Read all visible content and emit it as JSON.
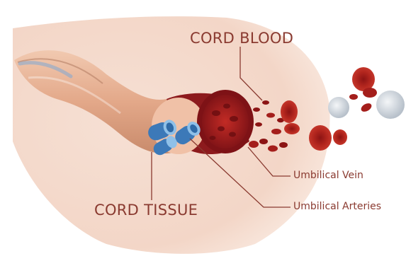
{
  "labels": {
    "cord_blood": "CORD BLOOD",
    "cord_tissue": "CORD TISSUE",
    "umbilical_vein": "Umbilical Vein",
    "umbilical_arteries": "Umbilical Arteries"
  },
  "colors": {
    "label_text": "#8a3a30",
    "leader_line": "#8a3a30",
    "halo": "#f3d6c7",
    "cord_skin": "#e9b89d",
    "cord_shadow": "#c98b6c",
    "vein_red": "#9b1a1a",
    "vein_dark": "#6e0f12",
    "artery_blue": "#4a86c4",
    "artery_light": "#8fc0e8",
    "red_cell": "#b3261e",
    "white_cell": "#d8dde3"
  }
}
